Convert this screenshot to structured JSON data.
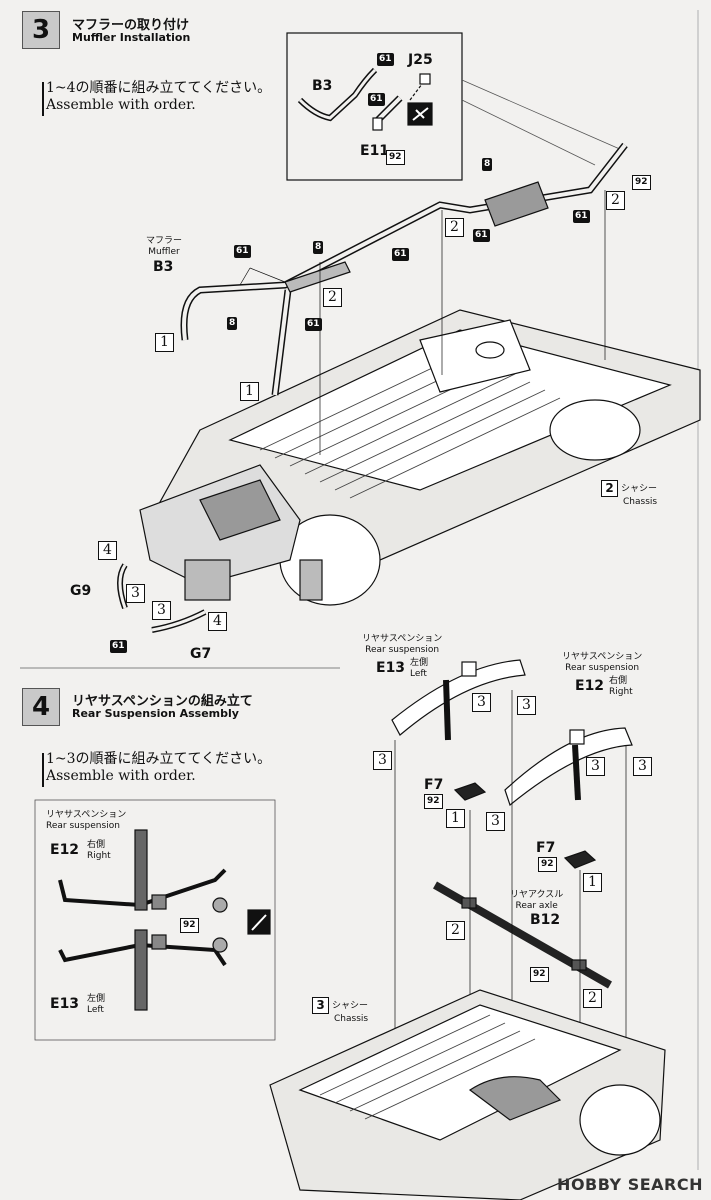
{
  "step3": {
    "number": "3",
    "title_jp": "マフラーの取り付け",
    "title_en": "Muffler Installation",
    "note_jp": "1~4の順番に組み立ててください。",
    "note_en": "Assemble with order.",
    "parts": {
      "b3": "B3",
      "j25": "J25",
      "e11": "E11",
      "g9": "G9",
      "g7": "G7",
      "muffler_jp": "マフラー",
      "muffler_en": "Muffler"
    },
    "tags": {
      "t61": "61",
      "t92": "92",
      "t8": "8"
    },
    "orders": {
      "o1": "1",
      "o2": "2",
      "o3": "3",
      "o4": "4"
    },
    "chassis": {
      "num": "2",
      "jp": "シャシー",
      "en": "Chassis"
    }
  },
  "step4": {
    "number": "4",
    "title_jp": "リヤサスペンションの組み立て",
    "title_en": "Rear Suspension Assembly",
    "note_jp": "1~3の順番に組み立ててください。",
    "note_en": "Assemble with order.",
    "rear_susp_jp": "リヤサスペンション",
    "rear_susp_en": "Rear suspension",
    "rear_axle_jp": "リヤアクスル",
    "rear_axle_en": "Rear axle",
    "left_jp": "左側",
    "left_en": "Left",
    "right_jp": "右側",
    "right_en": "Right",
    "parts": {
      "e12": "E12",
      "e13": "E13",
      "f7": "F7",
      "b12": "B12"
    },
    "tags": {
      "t92": "92"
    },
    "orders": {
      "o1": "1",
      "o2": "2",
      "o3": "3"
    },
    "chassis": {
      "num": "3",
      "jp": "シャシー",
      "en": "Chassis"
    }
  },
  "watermark": "HOBBY SEARCH"
}
